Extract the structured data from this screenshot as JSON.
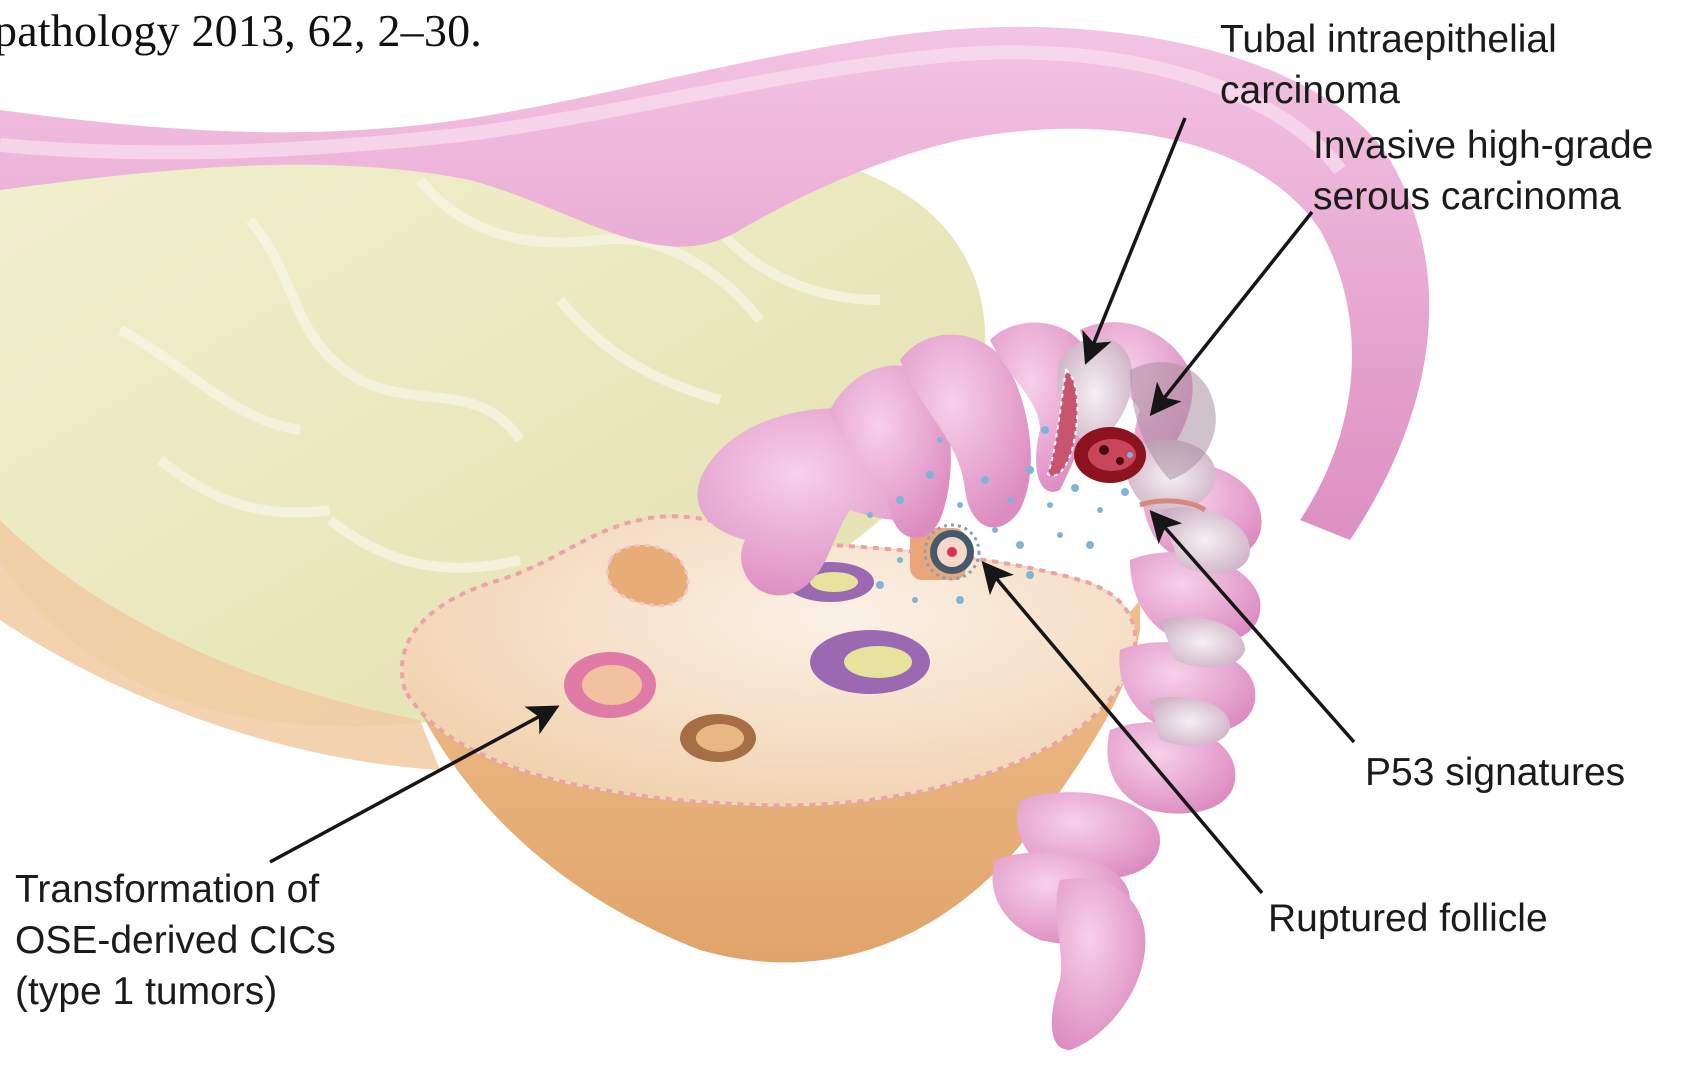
{
  "citation": "pathology 2013, 62, 2–30.",
  "labels": {
    "tubal_intraepithelial": [
      "Tubal intraepithelial",
      "carcinoma"
    ],
    "invasive_hgsc": [
      "Invasive high-grade",
      "serous carcinoma"
    ],
    "p53_signatures": [
      "P53 signatures"
    ],
    "ruptured_follicle": [
      "Ruptured follicle"
    ],
    "transformation": [
      "Transformation of",
      "OSE-derived CICs",
      "(type 1 tumors)"
    ]
  },
  "colors": {
    "tube_pink": "#e9a3cf",
    "tube_light": "#f6d2ea",
    "uterus_yellow": "#ecebc2",
    "ovary_orange": "#eab27c",
    "ovary_cream": "#f6e2cb",
    "cyst_purple": "#9a69b1",
    "tumor_red": "#8c1220",
    "arrow": "#161616"
  },
  "icons": [
    "arrow-tubal",
    "arrow-invasive",
    "arrow-p53",
    "arrow-follicle",
    "arrow-cic"
  ]
}
